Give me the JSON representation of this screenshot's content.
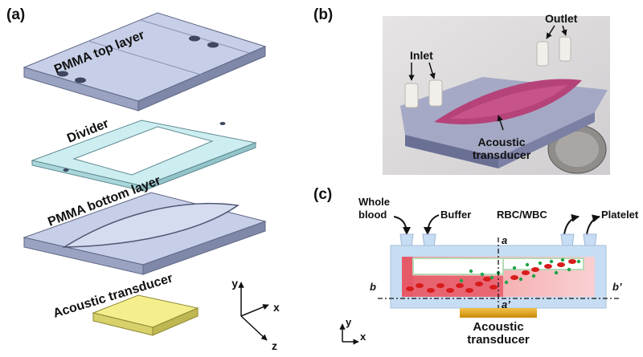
{
  "panels": {
    "a": "(a)",
    "b": "(b)",
    "c": "(c)"
  },
  "panel_a": {
    "top_layer": "PMMA top layer",
    "divider": "Divider",
    "bottom_layer": "PMMA bottom layer",
    "transducer": "Acoustic transducer",
    "axis_y": "y",
    "axis_x": "x",
    "axis_z": "z"
  },
  "panel_b": {
    "inlet": "Inlet",
    "outlet": "Outlet",
    "transducer_line1": "Acoustic",
    "transducer_line2": "transducer"
  },
  "panel_c": {
    "whole_blood_line1": "Whole",
    "whole_blood_line2": "blood",
    "buffer": "Buffer",
    "rbc_wbc": "RBC/WBC",
    "platelet": "Platelet",
    "label_a": "a",
    "label_a_prime": "a’",
    "label_b": "b",
    "label_b_prime": "b’",
    "transducer_line1": "Acoustic",
    "transducer_line2": "transducer",
    "axis_y": "y",
    "axis_x": "x"
  },
  "colors": {
    "pmma": "#b9c3e0",
    "pmma_dark": "#8d97b8",
    "divider": "#cdeef0",
    "transducer": "#f0ea7a",
    "channel": "#c7ddf3",
    "blood": "#e65a68",
    "cell_red": "#d81b1b",
    "platelet_green": "#1fa34a",
    "gold": "#d79a12"
  }
}
